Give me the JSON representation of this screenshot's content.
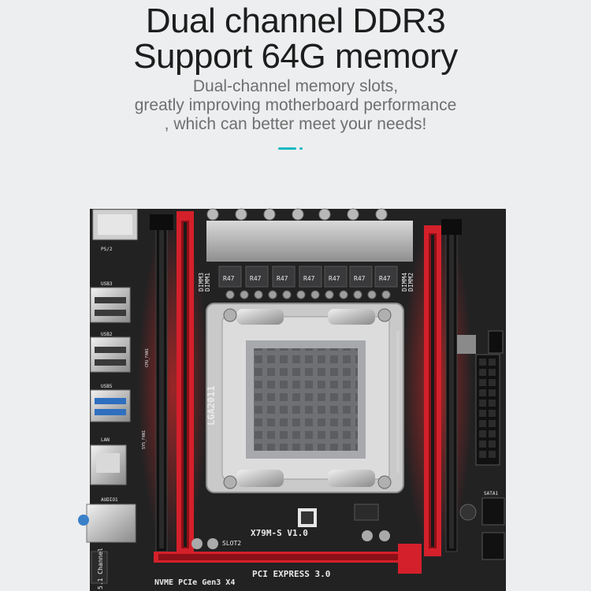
{
  "headline": {
    "line1": "Dual channel DDR3",
    "line2": "Support 64G memory"
  },
  "subtitle": {
    "line1": "Dual-channel memory slots,",
    "line2": "greatly improving motherboard performance",
    "line3": ", which can better meet your needs!"
  },
  "colors": {
    "accent": "#1bb8c4",
    "board": "#1e1e1e",
    "dimm_red": "#d4202a",
    "background": "#eceeef"
  },
  "board_labels": {
    "dimm3": "DIMM3",
    "dimm1": "DIMM1",
    "dimm4": "DIMM4",
    "dimm2": "DIMM2",
    "socket": "LGA2011",
    "model": "X79M-S  V1.0",
    "slot2": "SLOT2",
    "pcie": "PCI EXPRESS 3.0",
    "nvme": "NVME PCIe Gen3 X4",
    "ps2": "PS/2",
    "usb3a": "USB3",
    "usb3b": "USB2",
    "usb3c": "USB5",
    "lan": "LAN",
    "audio": "AUDIO1",
    "cpu_fan": "CPU_FAN1",
    "sys_fan": "SYS_FAN1",
    "sata": "SATA1",
    "channel": "5.1 Channel",
    "choke": "R47"
  }
}
